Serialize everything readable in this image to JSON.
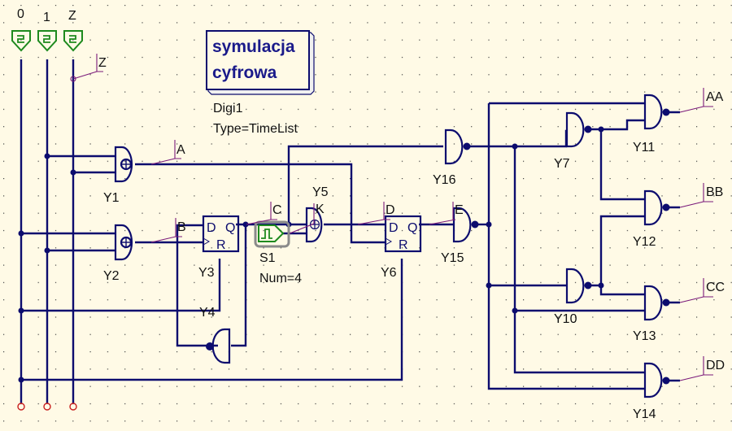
{
  "schematic": {
    "title_block": {
      "line1": "symulacja",
      "line2": "cyfrowa",
      "name": "Digi1",
      "type": "Type=TimeList"
    },
    "inputs": [
      {
        "label": "0"
      },
      {
        "label": "1"
      },
      {
        "label": "Z"
      }
    ],
    "probes": {
      "Z": "Z",
      "A": "A",
      "B": "B",
      "C": "C",
      "K": "K",
      "D": "D",
      "E": "E",
      "AA": "AA",
      "BB": "BB",
      "CC": "CC",
      "DD": "DD"
    },
    "source": {
      "name": "S1",
      "param": "Num=4"
    },
    "components": {
      "Y1": "Y1",
      "Y2": "Y2",
      "Y3": "Y3",
      "Y4": "Y4",
      "Y5": "Y5",
      "Y6": "Y6",
      "Y7": "Y7",
      "Y10": "Y10",
      "Y11": "Y11",
      "Y12": "Y12",
      "Y13": "Y13",
      "Y14": "Y14",
      "Y15": "Y15",
      "Y16": "Y16"
    },
    "flipflop_pins": {
      "d": "D",
      "q": "Q",
      "r": "R"
    },
    "colors": {
      "background": "#fffae6",
      "wire": "#0c0c6e",
      "probe": "#7a1a7a",
      "input_port": "#1e8a1e",
      "terminal": "#c81e1e"
    }
  }
}
